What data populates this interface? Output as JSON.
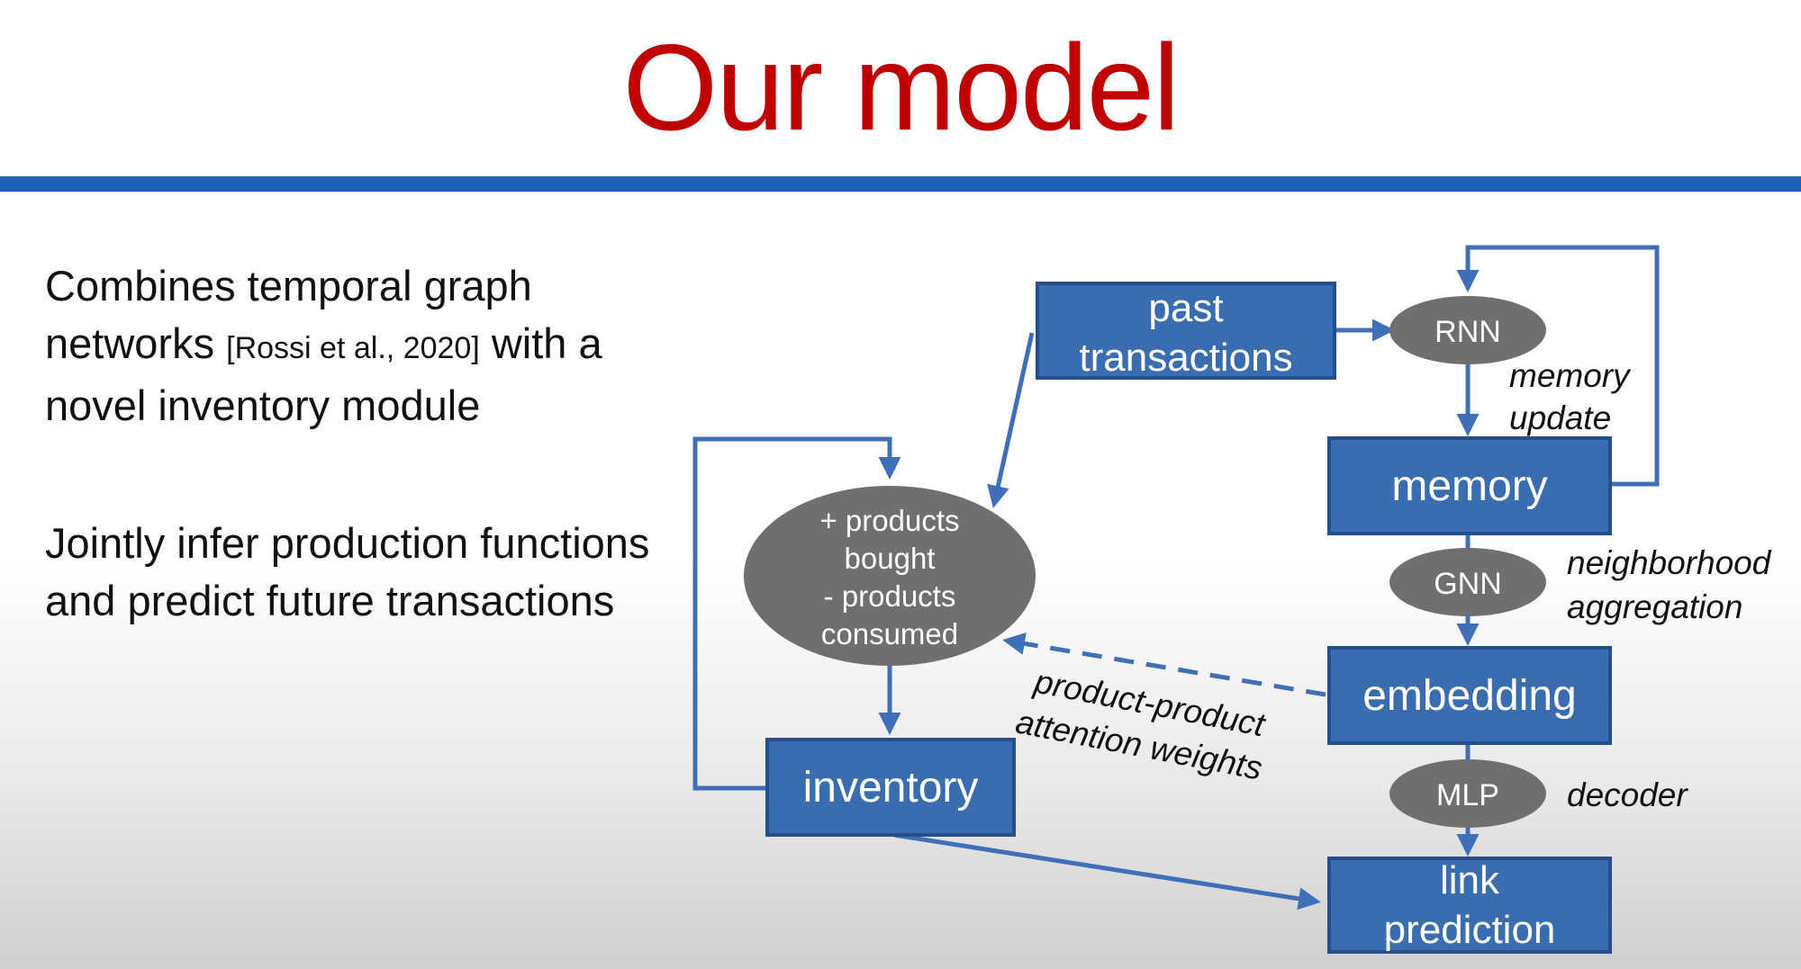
{
  "slide": {
    "title": "Our model",
    "bullets": [
      {
        "text_before": "Combines temporal graph networks",
        "citation": "[Rossi et al., 2020]",
        "text_after": "with a novel inventory module"
      },
      {
        "text": "Jointly infer production functions and predict future transactions"
      }
    ]
  },
  "diagram": {
    "nodes": {
      "past_transactions": [
        "past",
        "transactions"
      ],
      "rnn": "RNN",
      "memory": "memory",
      "gnn": "GNN",
      "embedding": "embedding",
      "mlp": "MLP",
      "link_prediction": [
        "link",
        "prediction"
      ],
      "inventory": "inventory",
      "inventory_update": [
        "+ products",
        "bought",
        "- products",
        "consumed"
      ]
    },
    "annotations": {
      "memory_update": [
        "memory",
        "update"
      ],
      "neighborhood_aggregation": [
        "neighborhood",
        "aggregation"
      ],
      "decoder": "decoder",
      "attention": [
        "product-product",
        "attention weights"
      ]
    }
  },
  "colors": {
    "title": "#c00000",
    "rule": "#1a63b8",
    "box_fill": "#3a6cb0",
    "ellipse_fill": "#6f6f6f",
    "arrow": "#3f6fb8"
  }
}
